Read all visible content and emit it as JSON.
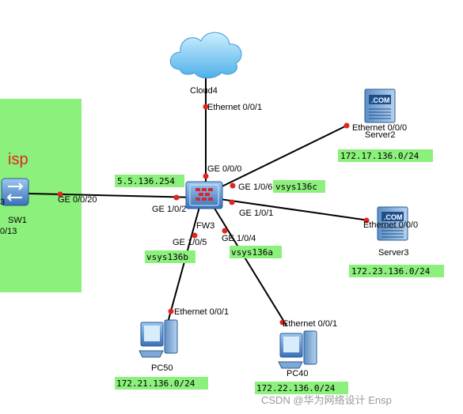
{
  "zone": {
    "label": "isp",
    "color": "#8cf07c"
  },
  "devices": {
    "cloud": "Cloud4",
    "firewall": "FW3",
    "switch": "SW1",
    "server2": "Server2",
    "server3": "Server3",
    "pc50": "PC50",
    "pc40": "PC40"
  },
  "ports": {
    "cloud_eth": "Ethernet 0/0/1",
    "fw_ge000": "GE 0/0/0",
    "fw_ge106": "GE 1/0/6",
    "fw_ge101": "GE 1/0/1",
    "fw_ge102": "GE 1/0/2",
    "fw_ge105": "GE 1/0/5",
    "fw_ge104": "GE 1/0/4",
    "sw_ge0020": "GE 0/0/20",
    "server2_eth": "Ethernet 0/0/0",
    "server3_eth": "Ethernet 0/0/0",
    "pc50_eth": "Ethernet 0/0/1",
    "pc40_eth": "Ethernet 0/0/1",
    "sw_left_a": "3",
    "sw_left_b": "0/13"
  },
  "tags": {
    "ip_fw": "5.5.136.254",
    "vsys_c": "vsys136c",
    "vsys_b": "vsys136b",
    "vsys_a": "vsys136a",
    "net_server2": "172.17.136.0/24",
    "net_server3": "172.23.136.0/24",
    "net_pc50": "172.21.136.0/24",
    "net_pc40": "172.22.136.0/24"
  },
  "server_badge": ".COM",
  "watermark": "CSDN @华为网络设计 Ensp",
  "colors": {
    "link": "#000000",
    "port_dot": "#e0261f",
    "tag_bg": "#8cf07c",
    "device_blue": "#3c78c8"
  }
}
